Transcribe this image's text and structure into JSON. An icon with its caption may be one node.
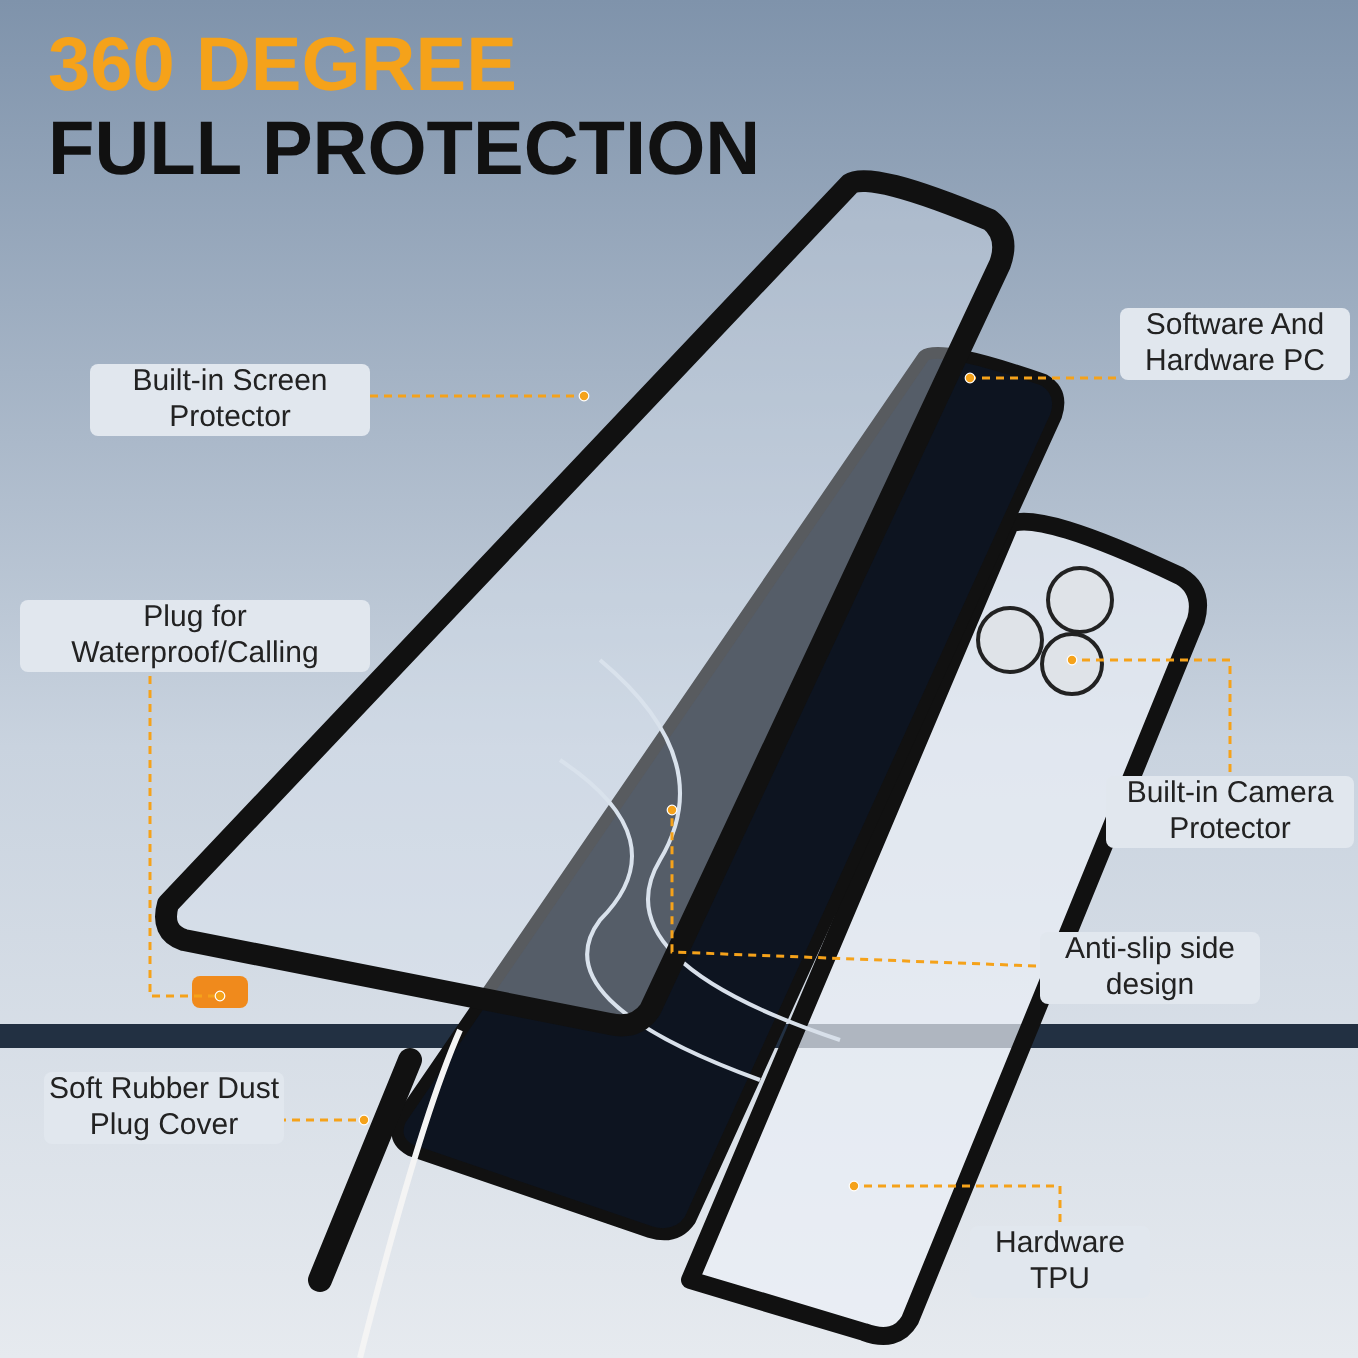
{
  "diagram": {
    "title": "360 DEGREE FULL PROTECTION",
    "nodes": [
      {
        "text": [
          "Built-in Screen Protector"
        ]
      },
      {
        "text": [
          "Plug for Waterproof/Calling"
        ]
      },
      {
        "text": [
          "Soft Rubber Dust Plug Cover"
        ]
      },
      {
        "text": [
          "Software And Hardware PC"
        ]
      },
      {
        "text": [
          "Built-in Camera Protector"
        ]
      },
      {
        "text": [
          "Anti-slip side design"
        ]
      },
      {
        "text": [
          "Hardware TPU"
        ]
      }
    ],
    "edges": [
      {
        "from": 0,
        "to": null,
        "arrow": "other",
        "style": "dashed"
      },
      {
        "from": 1,
        "to": null,
        "arrow": "other",
        "style": "dashed"
      },
      {
        "from": 2,
        "to": null,
        "arrow": "other",
        "style": "dashed"
      },
      {
        "from": 3,
        "to": null,
        "arrow": "other",
        "style": "dashed"
      },
      {
        "from": 4,
        "to": null,
        "arrow": "other",
        "style": "dashed"
      },
      {
        "from": 5,
        "to": null,
        "arrow": "other",
        "style": "dashed"
      },
      {
        "from": 6,
        "to": null,
        "arrow": "other",
        "style": "dashed"
      }
    ]
  }
}
